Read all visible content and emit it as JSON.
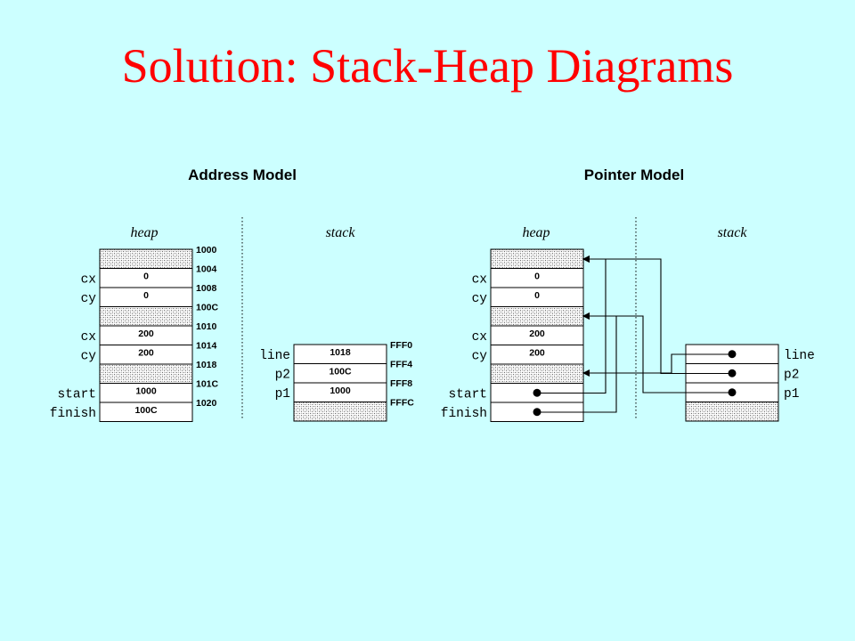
{
  "title": "Solution: Stack-Heap Diagrams",
  "address_model": {
    "heading": "Address Model",
    "heap_label": "heap",
    "stack_label": "stack",
    "heap_cells": [
      {
        "var": "",
        "value": "",
        "addr": "1000",
        "shaded": true
      },
      {
        "var": "cx",
        "value": "0",
        "addr": "1004",
        "shaded": false
      },
      {
        "var": "cy",
        "value": "0",
        "addr": "1008",
        "shaded": false
      },
      {
        "var": "",
        "value": "",
        "addr": "100C",
        "shaded": true
      },
      {
        "var": "cx",
        "value": "200",
        "addr": "1010",
        "shaded": false
      },
      {
        "var": "cy",
        "value": "200",
        "addr": "1014",
        "shaded": false
      },
      {
        "var": "",
        "value": "",
        "addr": "1018",
        "shaded": true
      },
      {
        "var": "start",
        "value": "1000",
        "addr": "101C",
        "shaded": false
      },
      {
        "var": "finish",
        "value": "100C",
        "addr": "1020",
        "shaded": false
      }
    ],
    "stack_cells": [
      {
        "var": "line",
        "value": "1018",
        "addr": "FFF0",
        "shaded": false
      },
      {
        "var": "p2",
        "value": "100C",
        "addr": "FFF4",
        "shaded": false
      },
      {
        "var": "p1",
        "value": "1000",
        "addr": "FFF8",
        "shaded": false
      },
      {
        "var": "",
        "value": "",
        "addr": "FFFC",
        "shaded": true
      }
    ]
  },
  "pointer_model": {
    "heading": "Pointer Model",
    "heap_label": "heap",
    "stack_label": "stack",
    "heap_cells": [
      {
        "var": "",
        "value": "",
        "shaded": true
      },
      {
        "var": "cx",
        "value": "0",
        "shaded": false
      },
      {
        "var": "cy",
        "value": "0",
        "shaded": false
      },
      {
        "var": "",
        "value": "",
        "shaded": true
      },
      {
        "var": "cx",
        "value": "200",
        "shaded": false
      },
      {
        "var": "cy",
        "value": "200",
        "shaded": false
      },
      {
        "var": "",
        "value": "",
        "shaded": true
      },
      {
        "var": "start",
        "value": "",
        "shaded": false,
        "pointer": true
      },
      {
        "var": "finish",
        "value": "",
        "shaded": false,
        "pointer": true
      }
    ],
    "stack_cells": [
      {
        "var": "line",
        "shaded": false,
        "pointer": true
      },
      {
        "var": "p2",
        "shaded": false,
        "pointer": true
      },
      {
        "var": "p1",
        "shaded": false,
        "pointer": true
      },
      {
        "var": "",
        "shaded": true
      }
    ]
  }
}
